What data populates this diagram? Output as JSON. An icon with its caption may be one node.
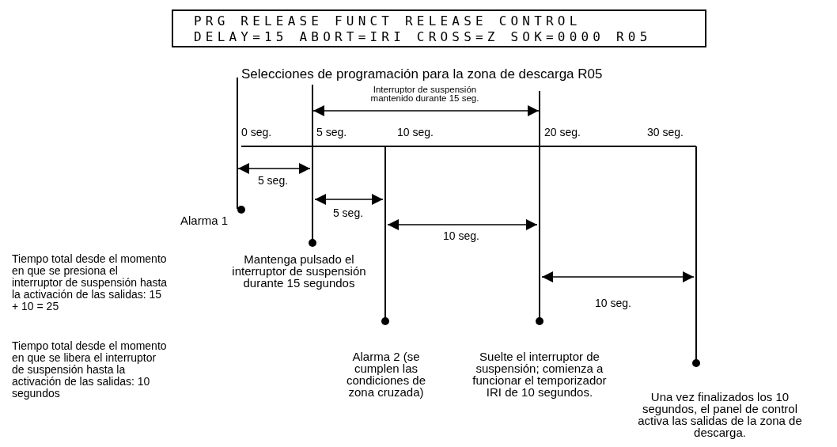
{
  "diagram": {
    "title": "Selecciones de programación para la zona de descarga R05",
    "nodes": [
      {
        "text": [
          "PRG RELEASE FUNCT RELEASE CONTROL",
          "DELAY=15 ABORT=IRI CROSS=Z SOK=0000 R05"
        ]
      }
    ],
    "labels": [
      "Interruptor de suspensión mantenido durante 15 seg.",
      "0 seg.",
      "5 seg.",
      "10 seg.",
      "20 seg.",
      "30 seg.",
      "5 seg.",
      "Alarma 1",
      "5 seg.",
      "10 seg.",
      "Tiempo total desde el momento en que se presiona el interruptor de suspensión hasta la activación de las salidas: 15 + 10 = 25",
      "Mantenga pulsado el interruptor de suspensión durante 15 segundos",
      "10 seg.",
      "Tiempo total desde el momento en que se libera el interruptor de suspensión hasta la activación de las salidas: 10 segundos",
      "Alarma 2 (se cumplen las condiciones de zona cruzada)",
      "Suelte el interruptor de suspensión; comienza a funcionar el temporizador IRI de 10 segundos.",
      "Una vez finalizados los 10 segundos, el panel de control activa las salidas de la zona de descarga."
    ]
  }
}
